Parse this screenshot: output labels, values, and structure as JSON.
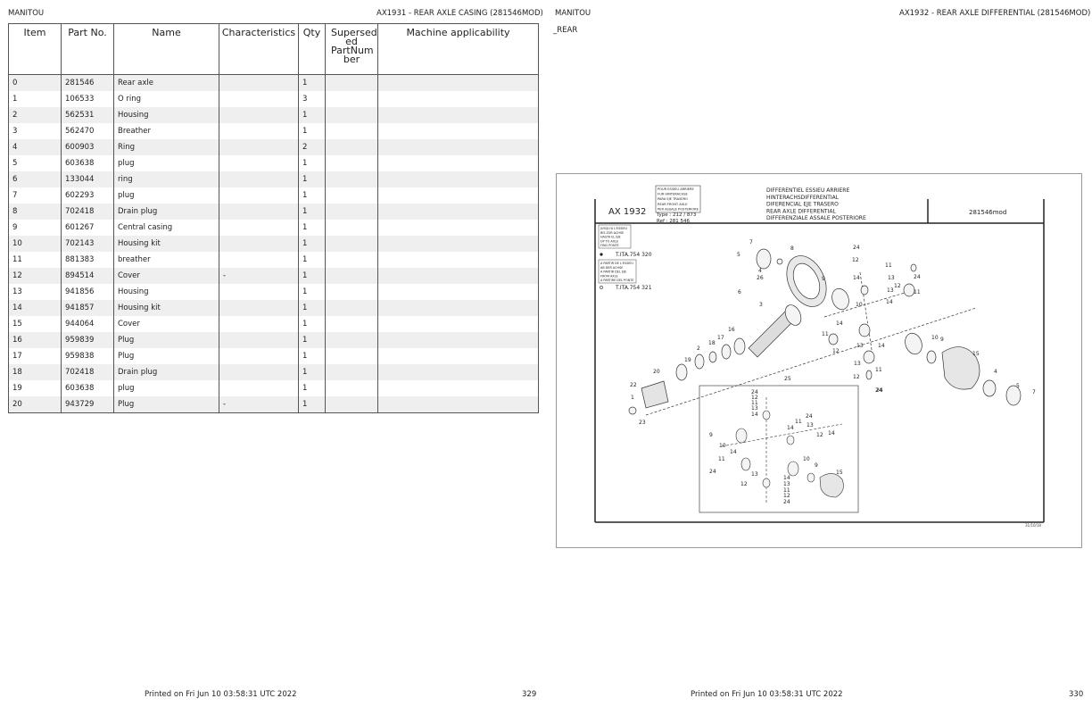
{
  "left_page": {
    "brand": "MANITOU",
    "title": "AX1931 - REAR AXLE CASING (281546MOD)",
    "columns": [
      "Item",
      "Part No.",
      "Name",
      "Characteristics",
      "Qty",
      "Supersed ed PartNum ber",
      "Machine applicability"
    ],
    "rows": [
      {
        "item": "0",
        "part": "281546",
        "name": "Rear axle",
        "char": "",
        "qty": "1"
      },
      {
        "item": "1",
        "part": "106533",
        "name": "O ring",
        "char": "",
        "qty": "3"
      },
      {
        "item": "2",
        "part": "562531",
        "name": "Housing",
        "char": "",
        "qty": "1"
      },
      {
        "item": "3",
        "part": "562470",
        "name": "Breather",
        "char": "",
        "qty": "1"
      },
      {
        "item": "4",
        "part": "600903",
        "name": "Ring",
        "char": "",
        "qty": "2"
      },
      {
        "item": "5",
        "part": "603638",
        "name": "plug",
        "char": "",
        "qty": "1"
      },
      {
        "item": "6",
        "part": "133044",
        "name": "ring",
        "char": "",
        "qty": "1"
      },
      {
        "item": "7",
        "part": "602293",
        "name": "plug",
        "char": "",
        "qty": "1"
      },
      {
        "item": "8",
        "part": "702418",
        "name": "Drain plug",
        "char": "",
        "qty": "1"
      },
      {
        "item": "9",
        "part": "601267",
        "name": "Central casing",
        "char": "",
        "qty": "1"
      },
      {
        "item": "10",
        "part": "702143",
        "name": "Housing kit",
        "char": "",
        "qty": "1"
      },
      {
        "item": "11",
        "part": "881383",
        "name": "breather",
        "char": "",
        "qty": "1"
      },
      {
        "item": "12",
        "part": "894514",
        "name": "Cover",
        "char": "-",
        "qty": "1"
      },
      {
        "item": "13",
        "part": "941856",
        "name": "Housing",
        "char": "",
        "qty": "1"
      },
      {
        "item": "14",
        "part": "941857",
        "name": "Housing kit",
        "char": "",
        "qty": "1"
      },
      {
        "item": "15",
        "part": "944064",
        "name": "Cover",
        "char": "",
        "qty": "1"
      },
      {
        "item": "16",
        "part": "959839",
        "name": "Plug",
        "char": "",
        "qty": "1"
      },
      {
        "item": "17",
        "part": "959838",
        "name": "Plug",
        "char": "",
        "qty": "1"
      },
      {
        "item": "18",
        "part": "702418",
        "name": "Drain plug",
        "char": "",
        "qty": "1"
      },
      {
        "item": "19",
        "part": "603638",
        "name": "plug",
        "char": "",
        "qty": "1"
      },
      {
        "item": "20",
        "part": "943729",
        "name": "Plug",
        "char": "-",
        "qty": "1"
      }
    ],
    "footer_printed": "Printed on  Fri Jun 10 03:58:31 UTC 2022",
    "page_number": "329"
  },
  "right_page": {
    "brand": "MANITOU",
    "title": "AX1932 - REAR AXLE DIFFERENTIAL (281546MOD)",
    "note": "_REAR",
    "footer_printed": "Printed on  Fri Jun 10 03:58:31 UTC 2022",
    "page_number": "330"
  },
  "drawing": {
    "code": "AX 1932",
    "ref": "281546mod",
    "lang_box": [
      "POUR ESSIEU ARRIERE",
      "FUR HINTERACHSE",
      "PARA EJE TRASERO",
      "REAR FRONT AXLE",
      "PER ASSALE POSTERIORE"
    ],
    "type_line": "Type : 212 / 873",
    "ref_line": "Ref : 281 546",
    "titles": [
      "DIFFERENTIEL ESSIEU ARRIERE",
      "HINTERACHSDIFFERENTIAL",
      "DIFERENCIAL EJE TRASERO",
      "REAR AXLE DIFFERENTIAL",
      "DIFFERENZIALE ASSALE POSTERIORE"
    ],
    "upto_box": [
      "JUSQU'A L'ESSIEU",
      "BIS ZUR ACHSE",
      "HASTA EL EJE",
      "UP TO AXLE",
      "FINO PONTE"
    ],
    "upto_ref": "T.ITA.754 320",
    "from_box": [
      "A PARTIR DE L'ESSIEU",
      "AB DER ACHSE",
      "A PARTIR DEL EJE",
      "FROM AXLE",
      "A PARTIRE DEL PONTE"
    ],
    "from_ref": "T.ITA.754 321",
    "date": "31/10/18",
    "callouts": [
      "7",
      "8",
      "5",
      "4",
      "26",
      "6",
      "3",
      "9",
      "24",
      "12",
      "11",
      "14",
      "13",
      "24",
      "12",
      "13",
      "11",
      "14",
      "10",
      "16",
      "17",
      "18",
      "2",
      "19",
      "1",
      "20",
      "22",
      "23",
      "11",
      "12",
      "14",
      "10",
      "9",
      "15",
      "13",
      "11",
      "12",
      "24",
      "13",
      "14",
      "4",
      "5",
      "7",
      "25",
      "24",
      "12",
      "11",
      "13",
      "14",
      "9",
      "10",
      "14",
      "11",
      "24",
      "12",
      "13",
      "14",
      "13",
      "11",
      "12",
      "24",
      "10",
      "9",
      "15",
      "11",
      "14",
      "13",
      "12",
      "24",
      "14",
      "24"
    ]
  }
}
